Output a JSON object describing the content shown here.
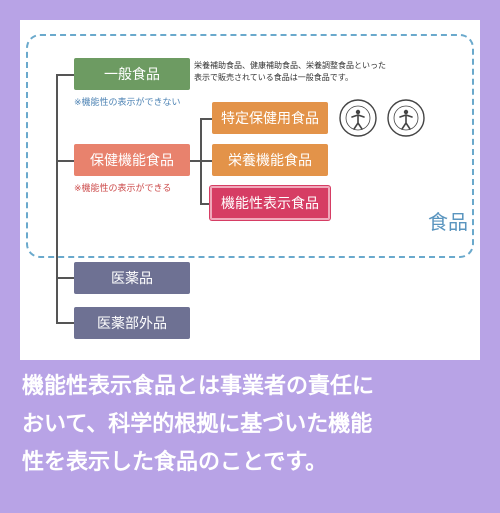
{
  "diagram": {
    "outer_label": "食品",
    "general": {
      "label": "一般食品",
      "note": "※機能性の表示ができない",
      "description_line1": "栄養補助食品、健康補助食品、栄養調整食品といった",
      "description_line2": "表示で販売されている食品は一般食品です。"
    },
    "health": {
      "label": "保健機能食品",
      "note": "※機能性の表示ができる",
      "children": [
        {
          "label": "特定保健用食品"
        },
        {
          "label": "栄養機能食品"
        },
        {
          "label": "機能性表示食品"
        }
      ]
    },
    "drug": {
      "label": "医薬品"
    },
    "quasi_drug": {
      "label": "医薬部外品"
    },
    "colors": {
      "general": "#6d9b62",
      "health": "#e8826d",
      "tokuho": "#e39349",
      "nutrient": "#e39349",
      "functional": "#d63d64",
      "drugs": "#6e7193",
      "dashed_border": "#6aa9cc",
      "background": "#b8a3e6"
    }
  },
  "caption": {
    "line1": "機能性表示食品とは事業者の責任に",
    "line2": "おいて、科学的根拠に基づいた機能",
    "line3": "性を表示した食品のことです。"
  }
}
